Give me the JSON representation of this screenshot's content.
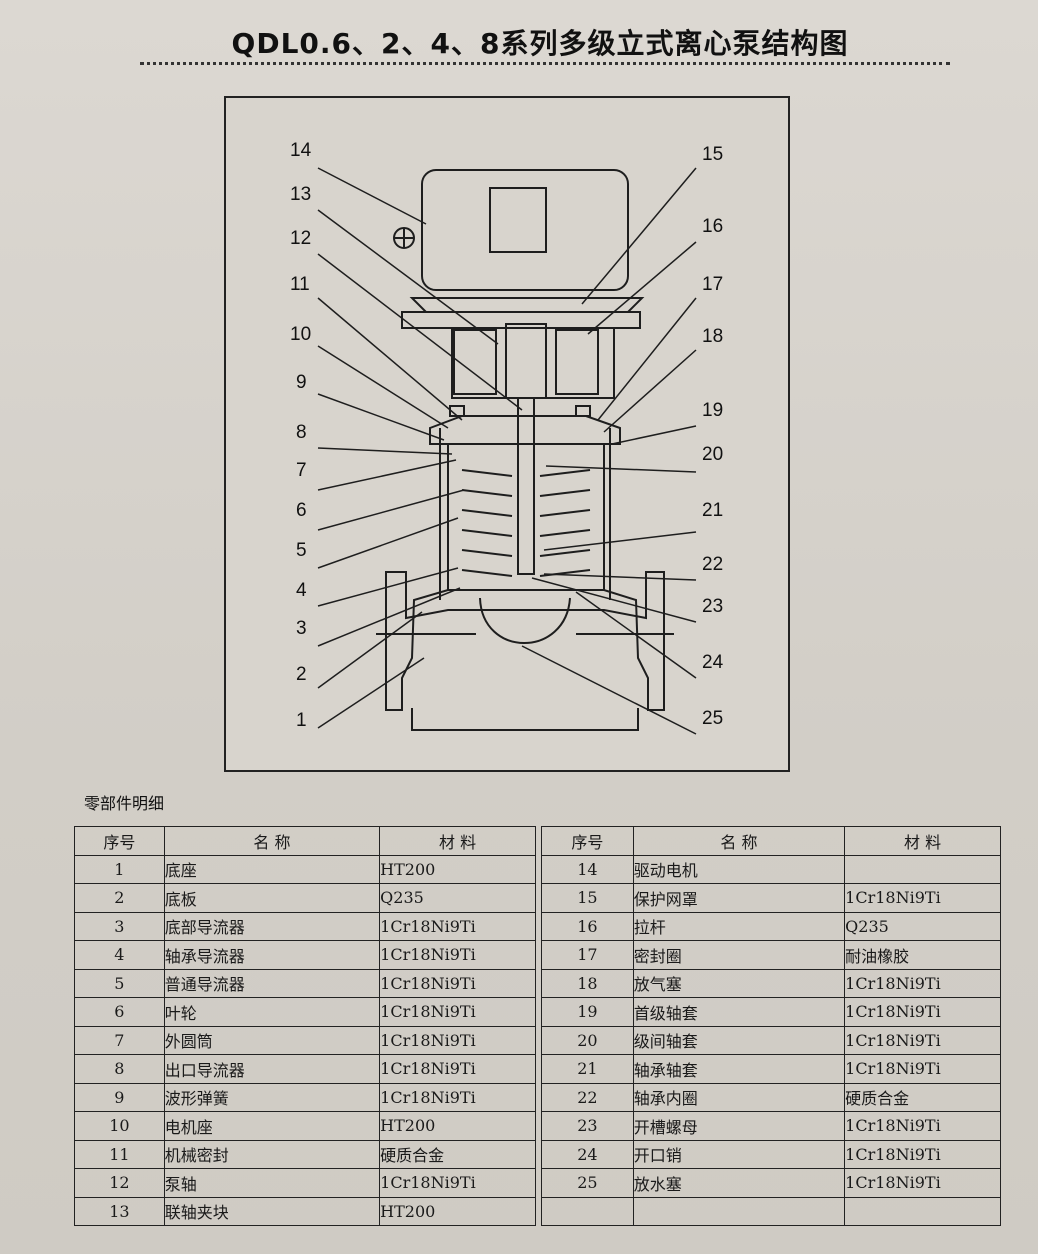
{
  "title": "QDL0.6、2、4、8系列多级立式离心泵结构图",
  "callouts": [
    {
      "n": "14",
      "side": "left"
    },
    {
      "n": "13",
      "side": "left"
    },
    {
      "n": "12",
      "side": "left"
    },
    {
      "n": "11",
      "side": "left"
    },
    {
      "n": "10",
      "side": "left"
    },
    {
      "n": "9",
      "side": "left"
    },
    {
      "n": "8",
      "side": "left"
    },
    {
      "n": "7",
      "side": "left"
    },
    {
      "n": "6",
      "side": "left"
    },
    {
      "n": "5",
      "side": "left"
    },
    {
      "n": "4",
      "side": "left"
    },
    {
      "n": "3",
      "side": "left"
    },
    {
      "n": "2",
      "side": "left"
    },
    {
      "n": "1",
      "side": "left"
    },
    {
      "n": "15",
      "side": "right"
    },
    {
      "n": "16",
      "side": "right"
    },
    {
      "n": "17",
      "side": "right"
    },
    {
      "n": "18",
      "side": "right"
    },
    {
      "n": "19",
      "side": "right"
    },
    {
      "n": "20",
      "side": "right"
    },
    {
      "n": "21",
      "side": "right"
    },
    {
      "n": "22",
      "side": "right"
    },
    {
      "n": "23",
      "side": "right"
    },
    {
      "n": "24",
      "side": "right"
    },
    {
      "n": "25",
      "side": "right"
    }
  ],
  "parts_heading": "零部件明细",
  "table_headers": {
    "no": "序号",
    "name": "名  称",
    "material": "材  料"
  },
  "parts_left": [
    {
      "no": "1",
      "name": "底座",
      "material": "HT200"
    },
    {
      "no": "2",
      "name": "底板",
      "material": "Q235"
    },
    {
      "no": "3",
      "name": "底部导流器",
      "material": "1Cr18Ni9Ti"
    },
    {
      "no": "4",
      "name": "轴承导流器",
      "material": "1Cr18Ni9Ti"
    },
    {
      "no": "5",
      "name": "普通导流器",
      "material": "1Cr18Ni9Ti"
    },
    {
      "no": "6",
      "name": "叶轮",
      "material": "1Cr18Ni9Ti"
    },
    {
      "no": "7",
      "name": "外圆筒",
      "material": "1Cr18Ni9Ti"
    },
    {
      "no": "8",
      "name": "出口导流器",
      "material": "1Cr18Ni9Ti"
    },
    {
      "no": "9",
      "name": "波形弹簧",
      "material": "1Cr18Ni9Ti"
    },
    {
      "no": "10",
      "name": "电机座",
      "material": "HT200"
    },
    {
      "no": "11",
      "name": "机械密封",
      "material": "硬质合金"
    },
    {
      "no": "12",
      "name": "泵轴",
      "material": "1Cr18Ni9Ti"
    },
    {
      "no": "13",
      "name": "联轴夹块",
      "material": "HT200"
    }
  ],
  "parts_right": [
    {
      "no": "14",
      "name": "驱动电机",
      "material": ""
    },
    {
      "no": "15",
      "name": "保护网罩",
      "material": "1Cr18Ni9Ti"
    },
    {
      "no": "16",
      "name": "拉杆",
      "material": "Q235"
    },
    {
      "no": "17",
      "name": "密封圈",
      "material": "耐油橡胶"
    },
    {
      "no": "18",
      "name": "放气塞",
      "material": "1Cr18Ni9Ti"
    },
    {
      "no": "19",
      "name": "首级轴套",
      "material": "1Cr18Ni9Ti"
    },
    {
      "no": "20",
      "name": "级间轴套",
      "material": "1Cr18Ni9Ti"
    },
    {
      "no": "21",
      "name": "轴承轴套",
      "material": "1Cr18Ni9Ti"
    },
    {
      "no": "22",
      "name": "轴承内圈",
      "material": "硬质合金"
    },
    {
      "no": "23",
      "name": "开槽螺母",
      "material": "1Cr18Ni9Ti"
    },
    {
      "no": "24",
      "name": "开口销",
      "material": "1Cr18Ni9Ti"
    },
    {
      "no": "25",
      "name": "放水塞",
      "material": "1Cr18Ni9Ti"
    },
    {
      "no": "",
      "name": "",
      "material": ""
    }
  ]
}
